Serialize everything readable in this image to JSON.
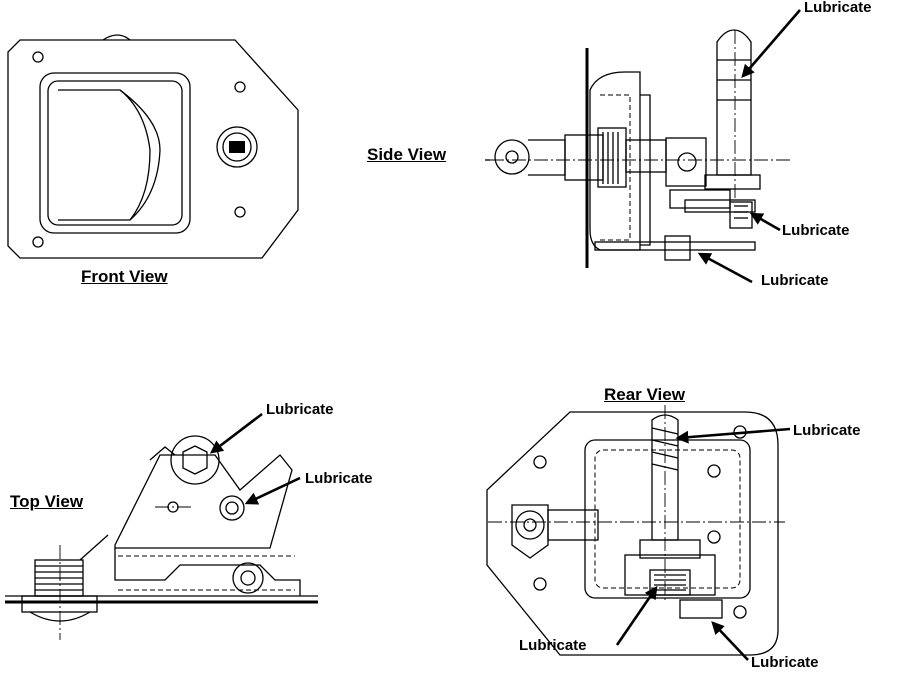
{
  "views": {
    "front": "Front View",
    "side": "Side View",
    "top": "Top View",
    "rear": "Rear View"
  },
  "callouts": {
    "lubricate": "Lubricate"
  },
  "colors": {
    "ink": "#000000",
    "paper": "#ffffff"
  }
}
